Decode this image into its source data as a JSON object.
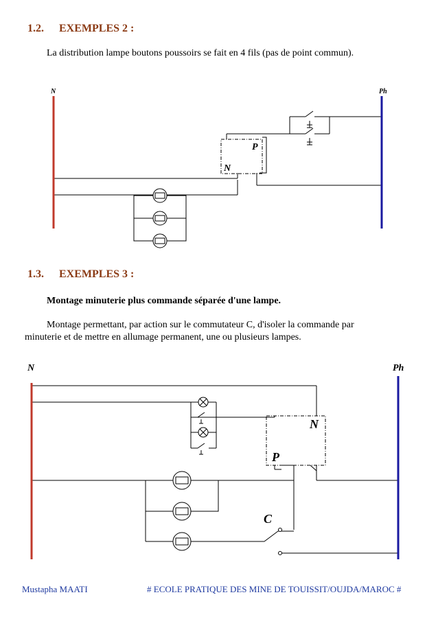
{
  "section2": {
    "number": "1.2.",
    "title": "EXEMPLES 2 :",
    "text": "La distribution lampe boutons poussoirs se fait en 4 fils (pas de point commun).",
    "diagram": {
      "label_n": "N",
      "label_ph": "Ph",
      "label_p": "P",
      "label_box_n": "N"
    }
  },
  "section3": {
    "number": "1.3.",
    "title": "EXEMPLES 3 :",
    "subtitle": "Montage minuterie plus commande séparée d'une lampe.",
    "text_line1": "Montage permettant, par action sur le commutateur C, d'isoler la commande par",
    "text_line2": "minuterie et de mettre en allumage permanent, une ou plusieurs lampes.",
    "diagram": {
      "label_n": "N",
      "label_ph": "Ph",
      "label_box_n": "N",
      "label_p": "P",
      "label_c": "C"
    }
  },
  "footer": {
    "author": "Mustapha MAATI",
    "school": "#  ECOLE PRATIQUE DES MINE DE TOUISSIT/OUJDA/MAROC  #"
  },
  "colors": {
    "neutral": "#c0392b",
    "phase": "#1a1aa0",
    "heading": "#8b3a14",
    "footer": "#1f3aa0"
  }
}
